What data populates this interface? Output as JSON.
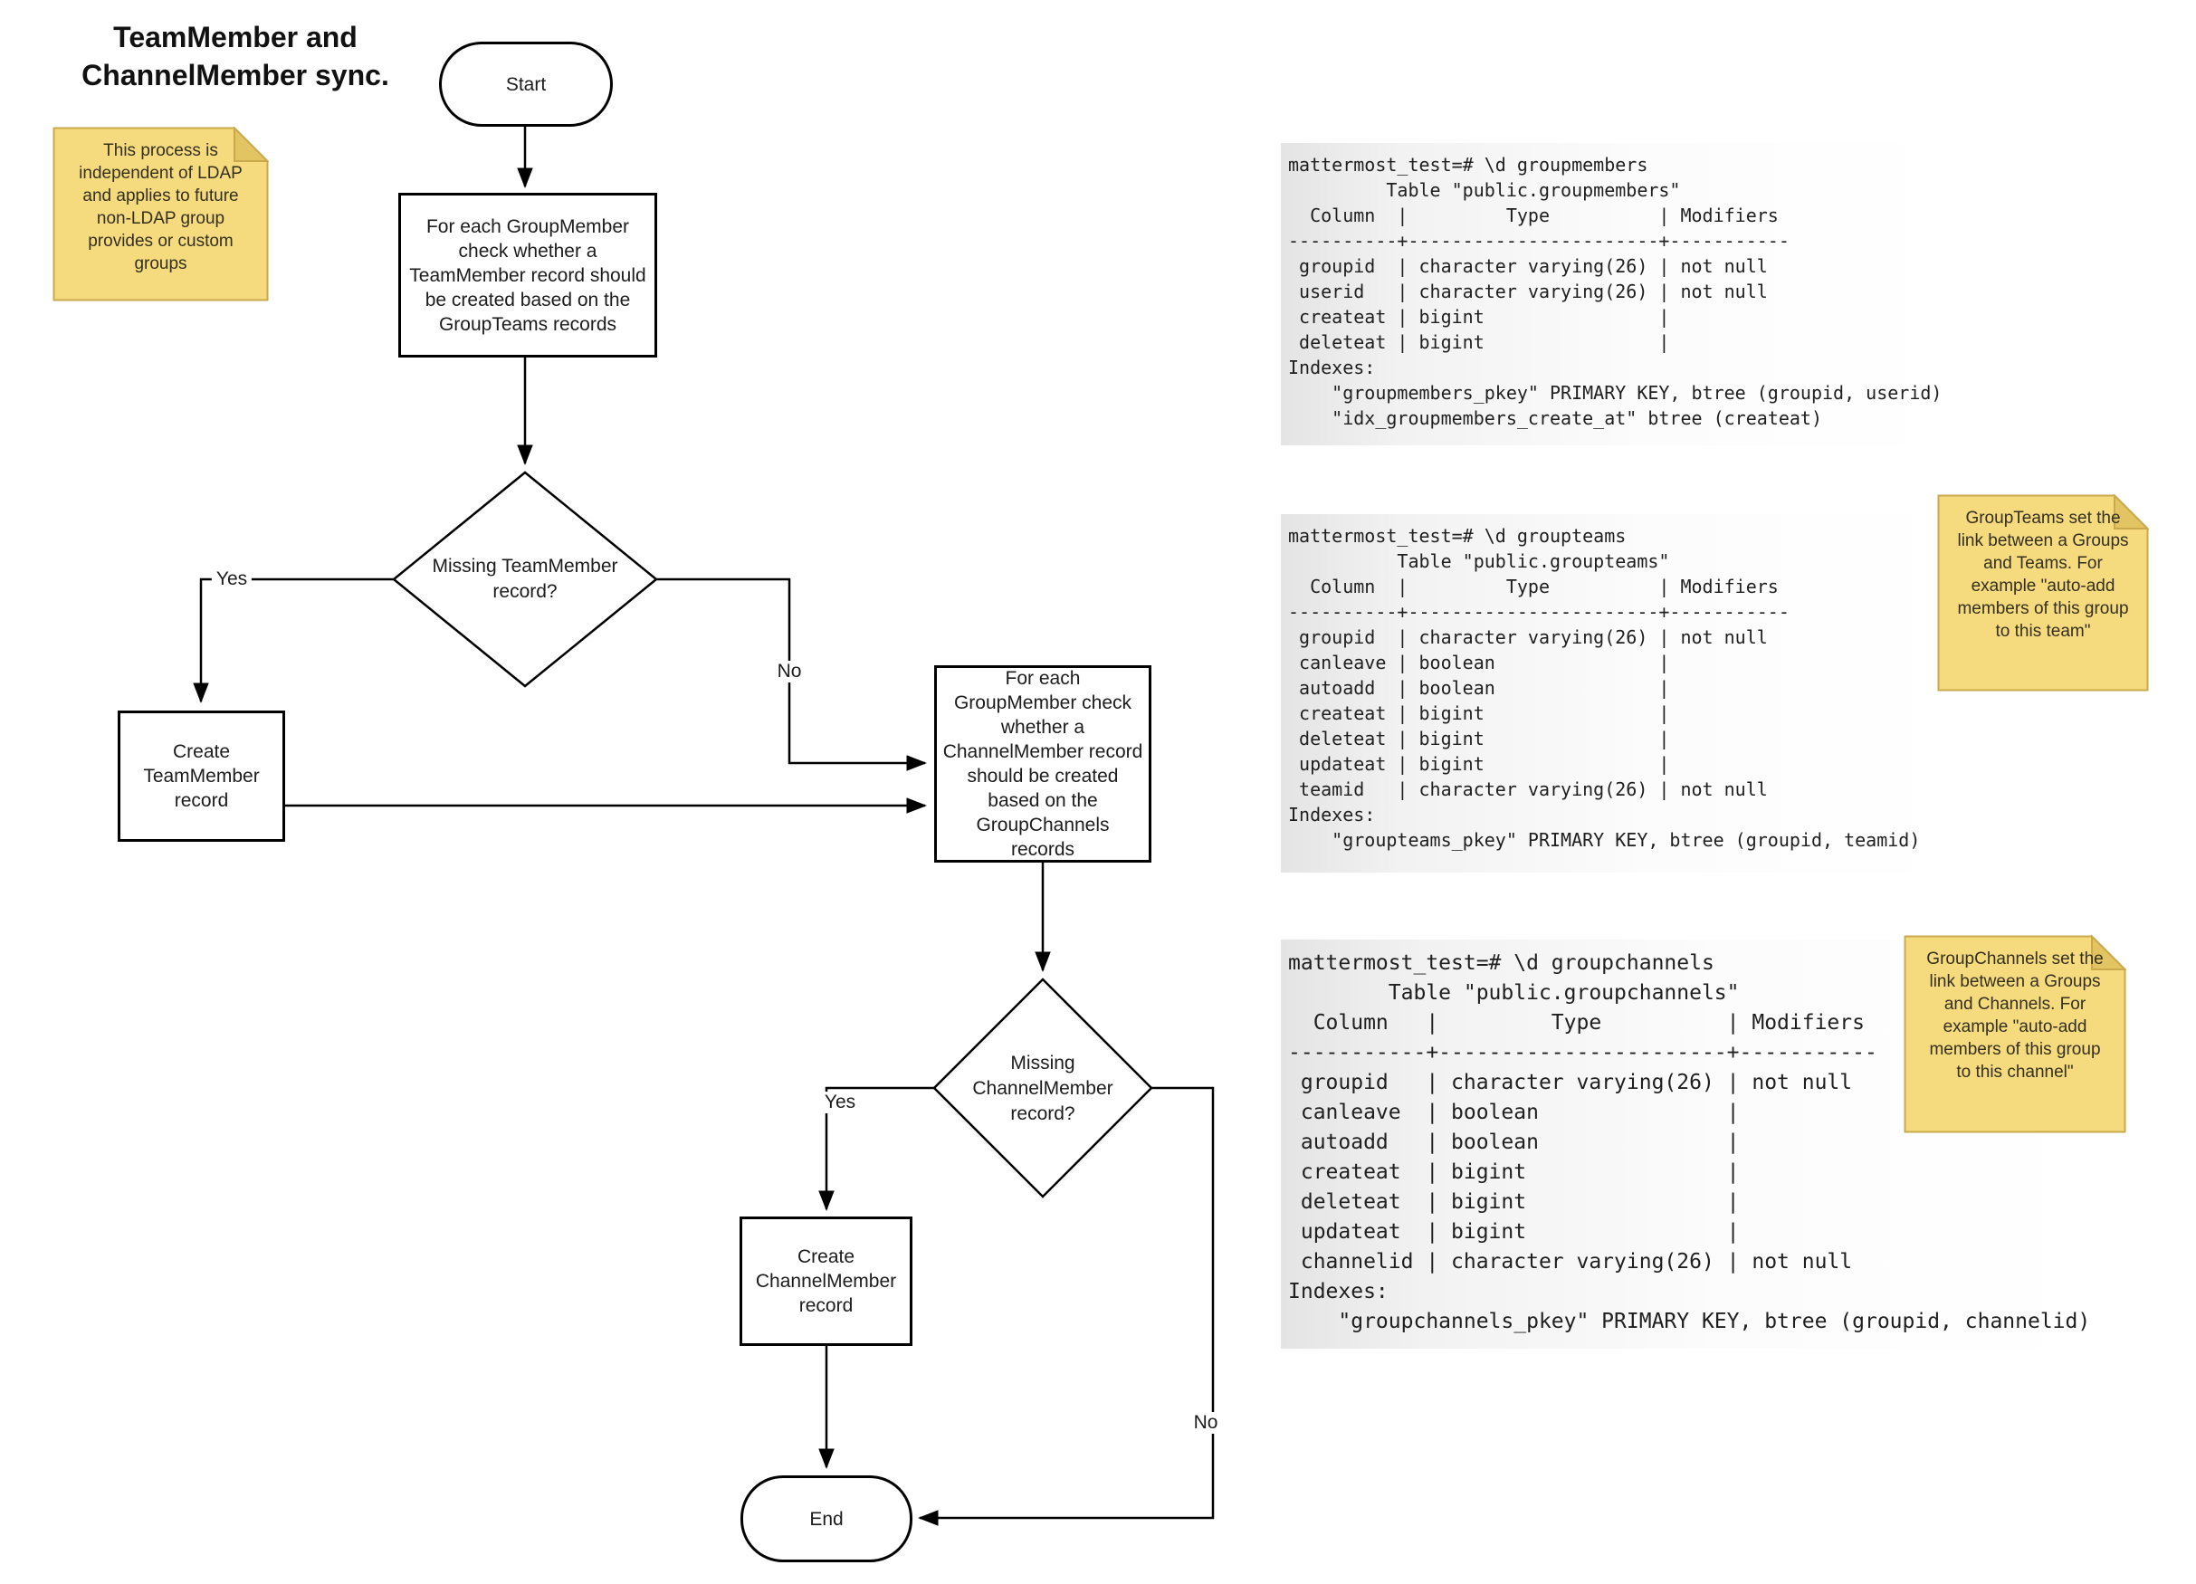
{
  "title": "TeamMember and\nChannelMember sync.",
  "notes": {
    "ldap": "This process is\nindependent of LDAP\nand applies to future\nnon-LDAP group\nprovides or custom\ngroups",
    "groupteams": "GroupTeams set the\nlink between a Groups\nand Teams. For\nexample \"auto-add\nmembers of this group\nto this team\"",
    "groupchannels": "GroupChannels set the\nlink between a Groups\nand Channels. For\nexample \"auto-add\nmembers of this group\nto this channel\""
  },
  "flowchart": {
    "start": "Start",
    "process_team": "For each GroupMember\ncheck whether a\nTeamMember record should\nbe created based on the\nGroupTeams records",
    "decision_team": "Missing TeamMember\nrecord?",
    "create_team": "Create\nTeamMember\nrecord",
    "process_channel": "For each\nGroupMember check\nwhether a\nChannelMember record\nshould be created\nbased on the\nGroupChannels\nrecords",
    "decision_channel": "Missing\nChannelMember\nrecord?",
    "create_channel": "Create\nChannelMember\nrecord",
    "end": "End",
    "labels": {
      "yes_team": "Yes",
      "no_team": "No",
      "yes_channel": "Yes",
      "no_channel": "No"
    }
  },
  "terminals": {
    "groupmembers": {
      "lines": [
        "mattermost_test=# \\d groupmembers",
        "         Table \"public.groupmembers\"",
        "  Column  |         Type          | Modifiers",
        "----------+-----------------------+-----------",
        " groupid  | character varying(26) | not null",
        " userid   | character varying(26) | not null",
        " createat | bigint                |",
        " deleteat | bigint                |",
        "Indexes:",
        "    \"groupmembers_pkey\" PRIMARY KEY, btree (groupid, userid)",
        "    \"idx_groupmembers_create_at\" btree (createat)"
      ]
    },
    "groupteams": {
      "lines": [
        "mattermost_test=# \\d groupteams",
        "          Table \"public.groupteams\"",
        "  Column  |         Type          | Modifiers",
        "----------+-----------------------+-----------",
        " groupid  | character varying(26) | not null",
        " canleave | boolean               |",
        " autoadd  | boolean               |",
        " createat | bigint                |",
        " deleteat | bigint                |",
        " updateat | bigint                |",
        " teamid   | character varying(26) | not null",
        "Indexes:",
        "    \"groupteams_pkey\" PRIMARY KEY, btree (groupid, teamid)"
      ]
    },
    "groupchannels": {
      "lines": [
        "mattermost_test=# \\d groupchannels",
        "        Table \"public.groupchannels\"",
        "  Column   |         Type          | Modifiers",
        "-----------+-----------------------+-----------",
        " groupid   | character varying(26) | not null",
        " canleave  | boolean               |",
        " autoadd   | boolean               |",
        " createat  | bigint                |",
        " deleteat  | bigint                |",
        " updateat  | bigint                |",
        " channelid | character varying(26) | not null",
        "Indexes:",
        "    \"groupchannels_pkey\" PRIMARY KEY, btree (groupid, channelid)"
      ]
    }
  },
  "colors": {
    "note_fill": "#F5DA7E",
    "note_fold": "#E2C462",
    "note_border": "#C9A94C",
    "line_color": "#000000",
    "terminal_bg_left": "#E4E4E4",
    "terminal_bg_right": "#FFFFFF",
    "text_color": "#1C1C1C"
  }
}
